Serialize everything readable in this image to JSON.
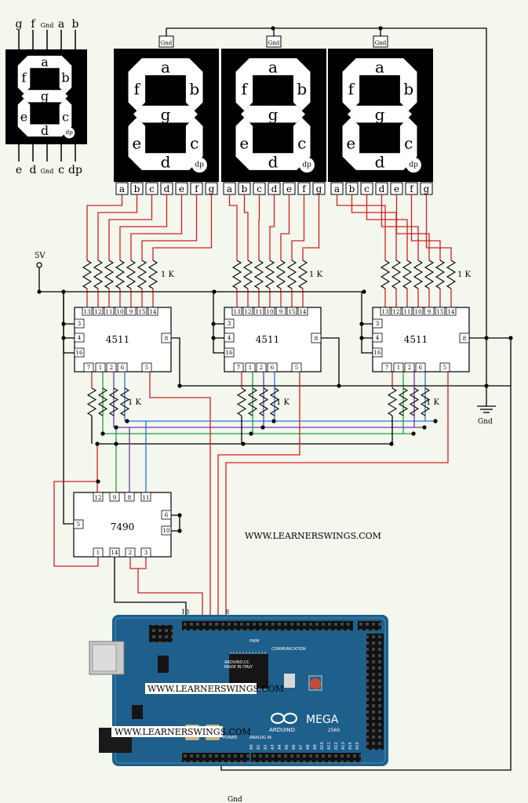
{
  "legend_digit": {
    "top_pins": [
      "g",
      "f",
      "Gnd",
      "a",
      "b"
    ],
    "bottom_pins": [
      "e",
      "d",
      "Gnd",
      "c",
      "dp"
    ],
    "segments": [
      "a",
      "b",
      "c",
      "d",
      "e",
      "f",
      "g"
    ],
    "dp": "dp"
  },
  "displays": {
    "gnd_label": "Gnd",
    "segments": [
      "a",
      "b",
      "c",
      "d",
      "e",
      "f",
      "g"
    ],
    "dp": "dp",
    "pin_labels": [
      "a",
      "b",
      "c",
      "d",
      "e",
      "f",
      "g"
    ]
  },
  "decoders": {
    "name": "4511",
    "top_pins": [
      "13",
      "12",
      "11",
      "10",
      "9",
      "15",
      "14"
    ],
    "left_pins": [
      "3",
      "4",
      "16"
    ],
    "right_pin": "8",
    "bottom_pins": [
      "7",
      "1",
      "2",
      "6",
      "5"
    ]
  },
  "counter": {
    "name": "7490",
    "top_pins": [
      "12",
      "9",
      "8",
      "11"
    ],
    "left_pin": "5",
    "right_pins": [
      "6",
      "10"
    ],
    "bottom_pins": [
      "1",
      "14",
      "2",
      "3"
    ]
  },
  "labels": {
    "supply": "5V",
    "resistor_value": "1 K",
    "ground": "Gnd",
    "watermark": "WWW.LEARNERSWINGS.COM",
    "arduino_pin_13": "13",
    "arduino_pin_8": "8",
    "arduino_gnd": "Gnd"
  },
  "arduino": {
    "brand": "ARDUINO",
    "model": "MEGA",
    "model_number": "2560",
    "made_in": "MADE IN ITALY",
    "site": "ARDUINO.CC",
    "watermark_1": "WWW.LEARNERSWINGS.COM",
    "watermark_2": "WWW.LEARNERSWINGS.COM",
    "communication": "COMMUNICATION",
    "pwm": "PWM",
    "power": "POWER",
    "analog_in": "ANALOG IN",
    "analog_pins": [
      "A0",
      "A1",
      "A2",
      "A3",
      "A4",
      "A5",
      "A6",
      "A7",
      "A8",
      "A9",
      "A10",
      "A11",
      "A12",
      "A13",
      "A14",
      "A15"
    ]
  },
  "colors": {
    "wire_red": "#d42020",
    "wire_green": "#1ea03c",
    "wire_blue": "#2c6fd6",
    "wire_purple": "#6a3aa8",
    "board_blue": "#1f5f8b"
  }
}
